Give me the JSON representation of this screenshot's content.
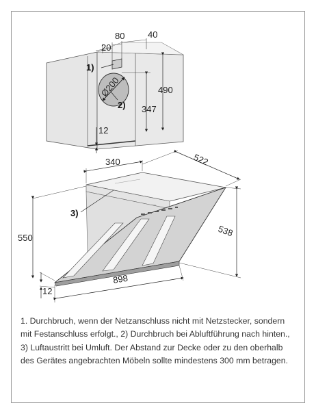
{
  "diagram": {
    "wall_plate": {
      "dims": {
        "left_offset": "20",
        "cutout_width": "80",
        "right_offset": "40",
        "height": "490",
        "center_height": "347",
        "diameter": "Ø200",
        "bottom": "12"
      },
      "labels": {
        "cutout": "1)",
        "duct": "2)"
      }
    },
    "hood": {
      "dims": {
        "depth_top": "340",
        "depth": "522",
        "height_left": "550",
        "height_right": "538",
        "width": "898",
        "bottom": "12"
      },
      "labels": {
        "outlet": "3)"
      }
    }
  },
  "caption": "1. Durchbruch, wenn der Netzanschluss nicht mit Netzste­cker, sondern mit Festanschluss erfolgt., 2) Durchbruch bei Abluftführung nach hinten., 3) Luftaustritt bei Umluft. Der Abstand zur Decke oder zu den oberhalb des Gerätes angebrachten Möbeln sollte mindestens 300 mm betragen."
}
